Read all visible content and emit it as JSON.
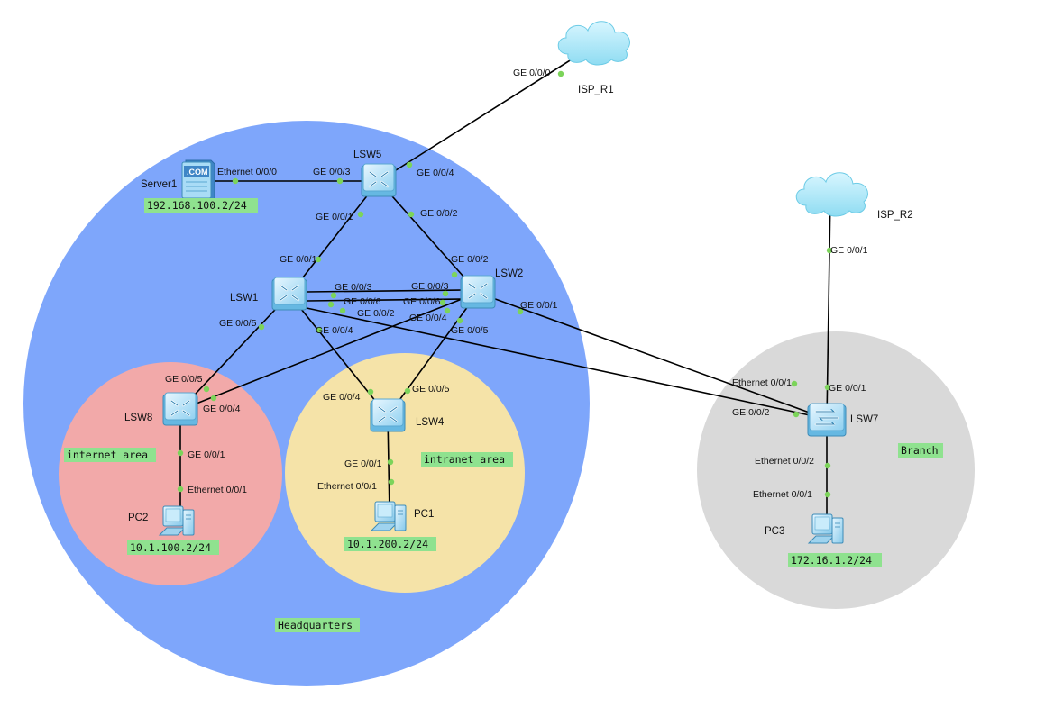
{
  "colors": {
    "headquarters_zone": "#7ea6fb",
    "internet_zone": "#f2a9a9",
    "intranet_zone": "#f5e3a8",
    "branch_zone": "#d9d9d9",
    "tag_bg": "#8fe28f",
    "port_dot": "#7cd45a",
    "link": "#000000"
  },
  "areas": {
    "headquarters": "Headquarters",
    "internet": "internet area",
    "intranet": "intranet area",
    "branch": "Branch"
  },
  "devices": {
    "isp_r1": {
      "name": "ISP_R1",
      "icon": "cloud-icon"
    },
    "isp_r2": {
      "name": "ISP_R2",
      "icon": "cloud-icon"
    },
    "lsw5": {
      "name": "LSW5",
      "icon": "switch-icon"
    },
    "lsw1": {
      "name": "LSW1",
      "icon": "switch-icon"
    },
    "lsw2": {
      "name": "LSW2",
      "icon": "switch-icon"
    },
    "lsw8": {
      "name": "LSW8",
      "icon": "switch-icon"
    },
    "lsw4": {
      "name": "LSW4",
      "icon": "switch-icon"
    },
    "lsw7": {
      "name": "LSW7",
      "icon": "switch-icon"
    },
    "server1": {
      "name": "Server1",
      "icon": "server-icon",
      "badge": ".COM",
      "ip": "192.168.100.2/24"
    },
    "pc1": {
      "name": "PC1",
      "icon": "pc-icon",
      "ip": "10.1.200.2/24"
    },
    "pc2": {
      "name": "PC2",
      "icon": "pc-icon",
      "ip": "10.1.100.2/24"
    },
    "pc3": {
      "name": "PC3",
      "icon": "pc-icon",
      "ip": "172.16.1.2/24"
    }
  },
  "links": [
    {
      "from": "ISP_R1",
      "from_port": "GE 0/0/0",
      "to": "LSW5",
      "to_port": "GE 0/0/4"
    },
    {
      "from": "Server1",
      "from_port": "Ethernet 0/0/0",
      "to": "LSW5",
      "to_port": "GE 0/0/3"
    },
    {
      "from": "LSW5",
      "from_port": "GE 0/0/1",
      "to": "LSW1",
      "to_port": "GE 0/0/1"
    },
    {
      "from": "LSW5",
      "from_port": "GE 0/0/2",
      "to": "LSW2",
      "to_port": "GE 0/0/2"
    },
    {
      "from": "LSW1",
      "from_port": "GE 0/0/3",
      "to": "LSW2",
      "to_port": "GE 0/0/3"
    },
    {
      "from": "LSW1",
      "from_port": "GE 0/0/6",
      "to": "LSW2",
      "to_port": "GE 0/0/6"
    },
    {
      "from": "LSW1",
      "from_port": "GE 0/0/2",
      "to": "LSW7",
      "to_port": "GE 0/0/2"
    },
    {
      "from": "LSW1",
      "from_port": "GE 0/0/5",
      "to": "LSW8",
      "to_port": "GE 0/0/5"
    },
    {
      "from": "LSW1",
      "from_port": "GE 0/0/4",
      "to": "LSW4",
      "to_port": "GE 0/0/4"
    },
    {
      "from": "LSW2",
      "from_port": "GE 0/0/4",
      "to": "LSW8",
      "to_port": "GE 0/0/4"
    },
    {
      "from": "LSW2",
      "from_port": "GE 0/0/5",
      "to": "LSW4",
      "to_port": "GE 0/0/5"
    },
    {
      "from": "LSW2",
      "from_port": "GE 0/0/1",
      "to": "LSW7",
      "to_port": "Ethernet 0/0/1"
    },
    {
      "from": "LSW8",
      "from_port": "GE 0/0/1",
      "to": "PC2",
      "to_port": "Ethernet 0/0/1"
    },
    {
      "from": "LSW4",
      "from_port": "GE 0/0/1",
      "to": "PC1",
      "to_port": "Ethernet 0/0/1"
    },
    {
      "from": "ISP_R2",
      "from_port": "GE 0/0/1",
      "to": "LSW7",
      "to_port": "GE 0/0/1"
    },
    {
      "from": "LSW7",
      "from_port": "Ethernet 0/0/2",
      "to": "PC3",
      "to_port": "Ethernet 0/0/1"
    }
  ]
}
